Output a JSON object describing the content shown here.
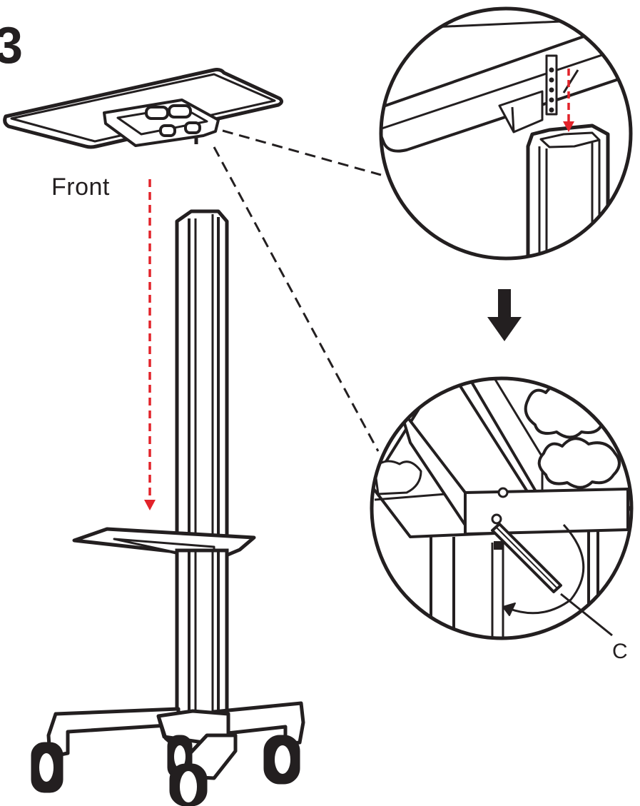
{
  "step_number": "3",
  "labels": {
    "front": "Front",
    "part_c": "C"
  },
  "colors": {
    "line": "#231f20",
    "guide_arrow": "#e2232a",
    "background": "#ffffff"
  },
  "icons": {
    "transition_arrow": "down-arrow-icon"
  }
}
